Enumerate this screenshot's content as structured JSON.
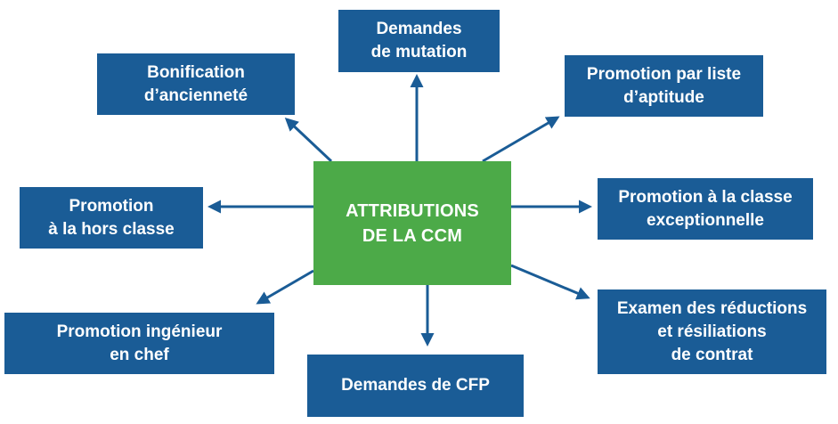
{
  "center": {
    "line1": "ATTRIBUTIONS",
    "line2": "DE LA CCM"
  },
  "boxes": {
    "mutation": [
      "Demandes",
      "de mutation"
    ],
    "bonification": [
      "Bonification",
      "d’ancienneté"
    ],
    "liste_aptitude": [
      "Promotion par liste",
      "d’aptitude"
    ],
    "hors_classe": [
      "Promotion",
      "à la hors classe"
    ],
    "classe_exceptionnelle": [
      "Promotion à la classe",
      "exceptionnelle"
    ],
    "ingenieur_chef": [
      "Promotion ingénieur",
      "en chef"
    ],
    "reductions": [
      "Examen des réductions",
      "et résiliations",
      "de contrat"
    ],
    "cfp": [
      "Demandes de CFP"
    ]
  },
  "colors": {
    "box": "#1a5c96",
    "center": "#4caa48",
    "arrow": "#1a5c96"
  }
}
